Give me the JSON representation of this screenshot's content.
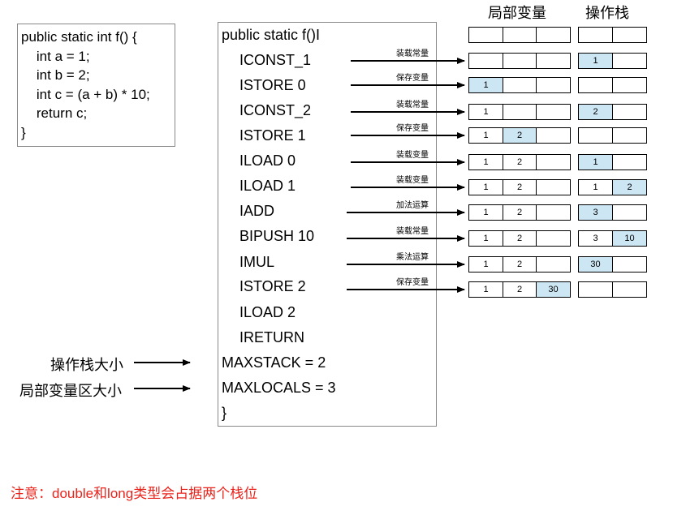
{
  "headers": {
    "locals": "局部变量",
    "stack": "操作栈"
  },
  "source_code": [
    "public static int f() {",
    "    int a = 1;",
    "    int b = 2;",
    "    int c = (a + b) * 10;",
    "    return c;",
    "}"
  ],
  "bytecode": {
    "signature": "public static f()I",
    "instructions": [
      "ICONST_1",
      "ISTORE 0",
      "ICONST_2",
      "ISTORE 1",
      "ILOAD 0",
      "ILOAD 1",
      "IADD",
      "BIPUSH 10",
      "IMUL",
      "ISTORE 2",
      "ILOAD 2",
      "IRETURN"
    ],
    "maxstack": "MAXSTACK = 2",
    "maxlocals": "MAXLOCALS = 3",
    "closing": "}"
  },
  "side_labels": {
    "maxstack": "操作栈大小",
    "maxlocals": "局部变量区大小"
  },
  "steps": [
    {
      "label": "",
      "locals": [
        "",
        "",
        ""
      ],
      "stack": [
        "",
        ""
      ],
      "locals_hl": [
        false,
        false,
        false
      ],
      "stack_hl": [
        false,
        false
      ]
    },
    {
      "label": "装载常量",
      "locals": [
        "",
        "",
        ""
      ],
      "stack": [
        "1",
        ""
      ],
      "locals_hl": [
        false,
        false,
        false
      ],
      "stack_hl": [
        true,
        false
      ]
    },
    {
      "label": "保存变量",
      "locals": [
        "1",
        "",
        ""
      ],
      "stack": [
        "",
        ""
      ],
      "locals_hl": [
        true,
        false,
        false
      ],
      "stack_hl": [
        false,
        false
      ]
    },
    {
      "label": "装载常量",
      "locals": [
        "1",
        "",
        ""
      ],
      "stack": [
        "2",
        ""
      ],
      "locals_hl": [
        false,
        false,
        false
      ],
      "stack_hl": [
        true,
        false
      ]
    },
    {
      "label": "保存变量",
      "locals": [
        "1",
        "2",
        ""
      ],
      "stack": [
        "",
        ""
      ],
      "locals_hl": [
        false,
        true,
        false
      ],
      "stack_hl": [
        false,
        false
      ]
    },
    {
      "label": "装载变量",
      "locals": [
        "1",
        "2",
        ""
      ],
      "stack": [
        "1",
        ""
      ],
      "locals_hl": [
        false,
        false,
        false
      ],
      "stack_hl": [
        true,
        false
      ]
    },
    {
      "label": "装载变量",
      "locals": [
        "1",
        "2",
        ""
      ],
      "stack": [
        "1",
        "2"
      ],
      "locals_hl": [
        false,
        false,
        false
      ],
      "stack_hl": [
        false,
        true
      ]
    },
    {
      "label": "加法运算",
      "locals": [
        "1",
        "2",
        ""
      ],
      "stack": [
        "3",
        ""
      ],
      "locals_hl": [
        false,
        false,
        false
      ],
      "stack_hl": [
        true,
        false
      ]
    },
    {
      "label": "装载常量",
      "locals": [
        "1",
        "2",
        ""
      ],
      "stack": [
        "3",
        "10"
      ],
      "locals_hl": [
        false,
        false,
        false
      ],
      "stack_hl": [
        false,
        true
      ]
    },
    {
      "label": "乘法运算",
      "locals": [
        "1",
        "2",
        ""
      ],
      "stack": [
        "30",
        ""
      ],
      "locals_hl": [
        false,
        false,
        false
      ],
      "stack_hl": [
        true,
        false
      ]
    },
    {
      "label": "保存变量",
      "locals": [
        "1",
        "2",
        "30"
      ],
      "stack": [
        "",
        ""
      ],
      "locals_hl": [
        false,
        false,
        true
      ],
      "stack_hl": [
        false,
        false
      ]
    }
  ],
  "note": "注意：double和long类型会占据两个栈位"
}
